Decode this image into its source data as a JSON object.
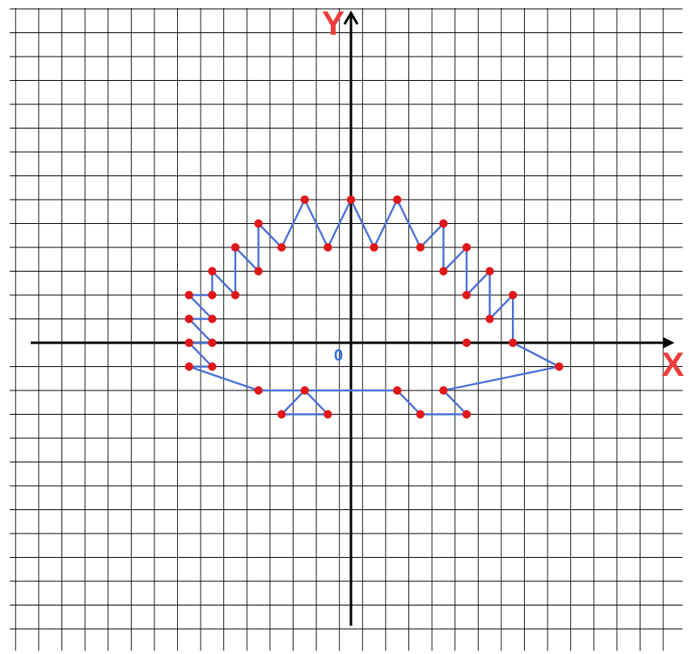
{
  "axes": {
    "x_label": "X",
    "y_label": "Y",
    "origin_label": "0"
  },
  "colors": {
    "grid": "#000000",
    "axis": "#000000",
    "outline": "#4a6fd6",
    "points": "#e01818",
    "axis_letters": "#ee3b3b",
    "origin": "#2f6fe0"
  },
  "chart_data": {
    "type": "scatter",
    "grid": true,
    "xlim": [
      -14.5,
      13.5
    ],
    "ylim": [
      -12,
      14
    ],
    "outline": [
      [
        0,
        6
      ],
      [
        1,
        4
      ],
      [
        2,
        6
      ],
      [
        3,
        4
      ],
      [
        4,
        5
      ],
      [
        4,
        3
      ],
      [
        5,
        4
      ],
      [
        5,
        2
      ],
      [
        6,
        3
      ],
      [
        6,
        1
      ],
      [
        7,
        2
      ],
      [
        7,
        0
      ],
      [
        9,
        -1
      ],
      [
        4,
        -2
      ],
      [
        5,
        -3
      ],
      [
        3,
        -3
      ],
      [
        2,
        -2
      ],
      [
        -2,
        -2
      ],
      [
        -1,
        -3
      ],
      [
        -3,
        -3
      ],
      [
        -2,
        -2
      ],
      [
        -4,
        -2
      ],
      [
        -7,
        -1
      ],
      [
        -6,
        -1
      ],
      [
        -7,
        0
      ],
      [
        -6,
        0
      ],
      [
        -7,
        1
      ],
      [
        -6,
        1
      ],
      [
        -7,
        2
      ],
      [
        -6,
        2
      ],
      [
        -6,
        3
      ],
      [
        -5,
        2
      ],
      [
        -5,
        4
      ],
      [
        -4,
        3
      ],
      [
        -4,
        5
      ],
      [
        -3,
        4
      ],
      [
        -2,
        6
      ],
      [
        -1,
        4
      ],
      [
        0,
        6
      ]
    ],
    "extra_points": [
      [
        5,
        0
      ]
    ]
  }
}
